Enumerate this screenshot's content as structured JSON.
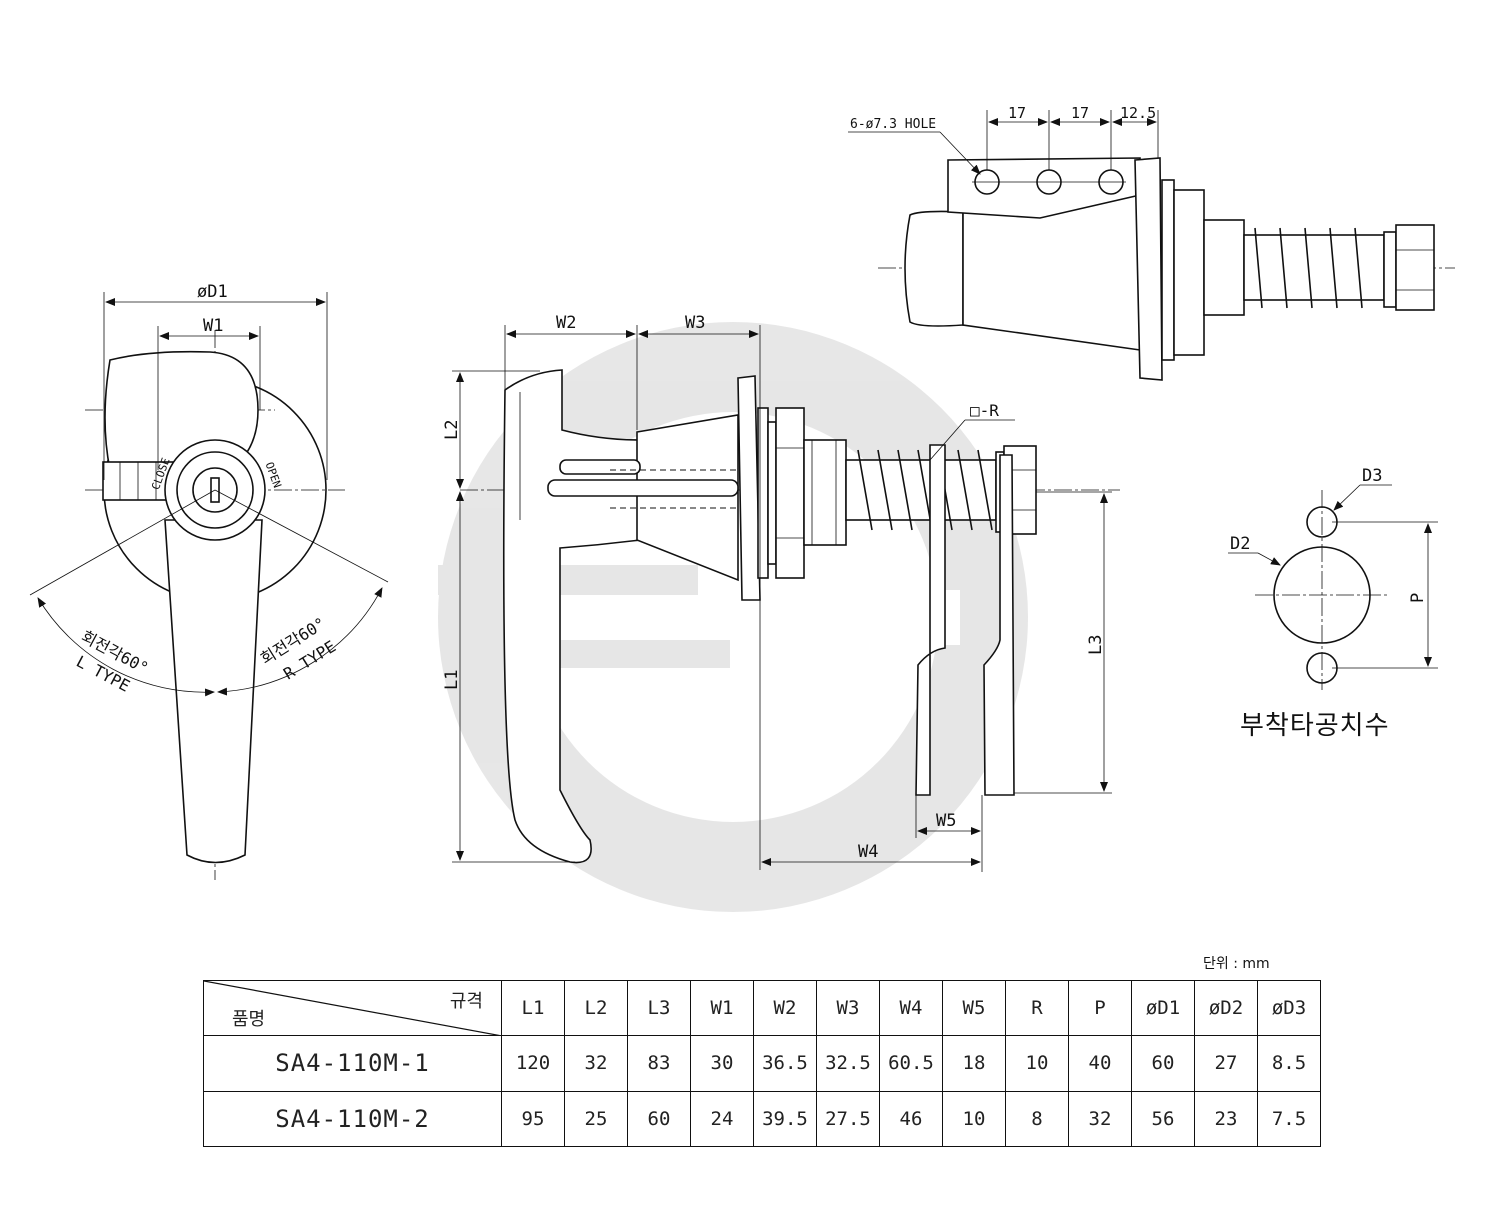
{
  "labels": {
    "hole_note": "6-ø7.3 HOLE",
    "dim_17a": "17",
    "dim_17b": "17",
    "dim_12_5": "12.5",
    "phi_d1": "øD1",
    "w1": "W1",
    "w2": "W2",
    "w3": "W3",
    "w4": "W4",
    "w5": "W5",
    "l1": "L1",
    "l2": "L2",
    "l3": "L3",
    "square_r": "□-R",
    "d2": "D2",
    "d3": "D3",
    "p": "P",
    "close_mark": "CLOSE",
    "open_mark": "OPEN",
    "l_type_angle": "회전각60°",
    "l_type": "L TYPE",
    "r_type_angle": "회전각60°",
    "r_type": "R TYPE",
    "mount_title": "부착타공치수",
    "unit": "단위 :  mm"
  },
  "table": {
    "corner_top": "규격",
    "corner_bottom": "품명",
    "columns": [
      "L1",
      "L2",
      "L3",
      "W1",
      "W2",
      "W3",
      "W4",
      "W5",
      "R",
      "P",
      "øD1",
      "øD2",
      "øD3"
    ],
    "rows": [
      {
        "model": "SA4-110M-1",
        "values": [
          "120",
          "32",
          "83",
          "30",
          "36.5",
          "32.5",
          "60.5",
          "18",
          "10",
          "40",
          "60",
          "27",
          "8.5"
        ]
      },
      {
        "model": "SA4-110M-2",
        "values": [
          "95",
          "25",
          "60",
          "24",
          "39.5",
          "27.5",
          "46",
          "10",
          "8",
          "32",
          "56",
          "23",
          "7.5"
        ]
      }
    ]
  }
}
